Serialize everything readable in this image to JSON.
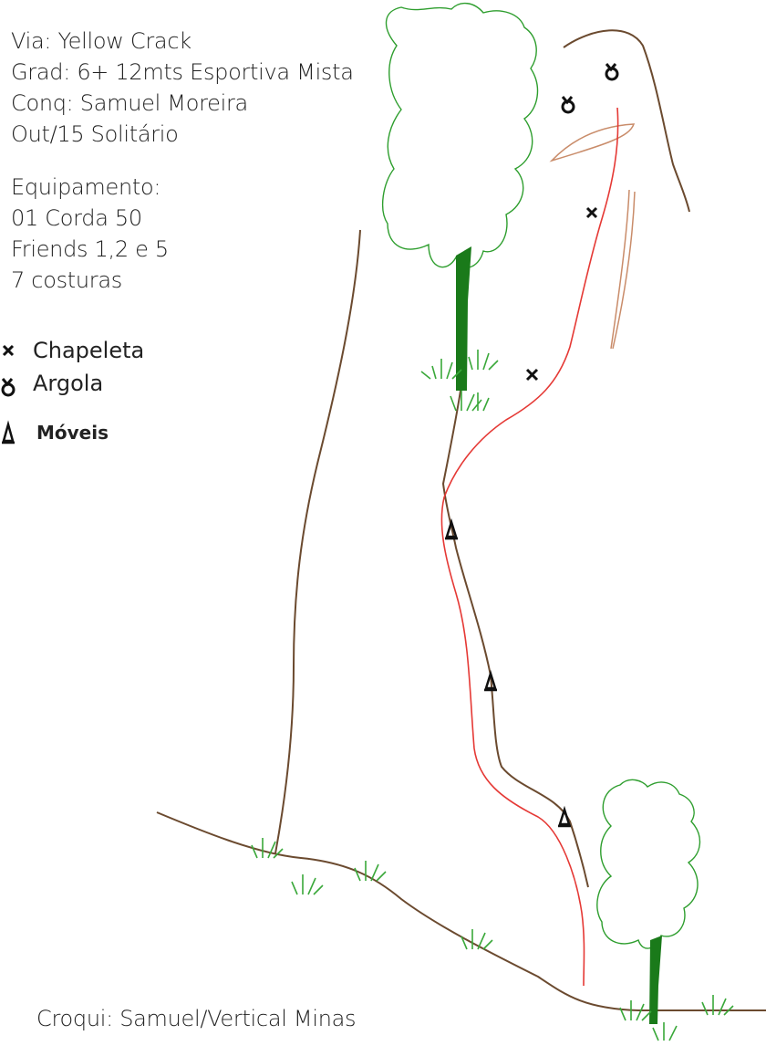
{
  "route": {
    "via": "Via:  Yellow Crack",
    "grad": "Grad: 6+ 12mts Esportiva Mista",
    "conq": "Conq: Samuel Moreira",
    "date": "Out/15 Solitário"
  },
  "equipment": {
    "heading": "Equipamento:",
    "items": [
      "01 Corda 50",
      "Friends 1,2 e 5",
      "7 costuras"
    ]
  },
  "legend": {
    "bolt": "Chapeleta",
    "ring": "Argola",
    "gear": "Móveis"
  },
  "credit": "Croqui: Samuel/Vertical Minas",
  "colors": {
    "rock": "#6b4a2f",
    "route": "#e53935",
    "tree": "#2e9e2e",
    "trunk": "#1a7a1a",
    "grass": "#3aa83a",
    "symbol": "#111111"
  }
}
